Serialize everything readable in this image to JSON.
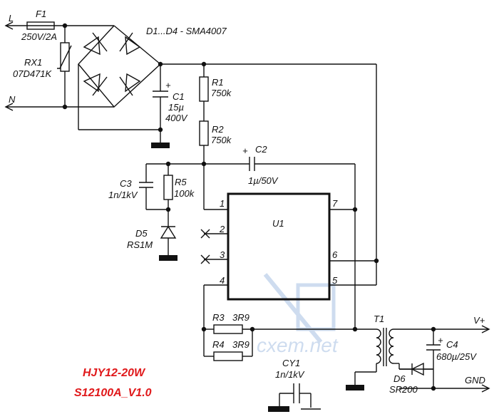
{
  "labels": {
    "line": "L",
    "neutral": "N",
    "fuse": "F1",
    "fuse_rating": "250V/2A",
    "varistor": "RX1",
    "varistor_part": "07D471K",
    "bridge": "D1...D4 - SMA4007",
    "c1": "C1",
    "c1_cap": "15µ",
    "c1_volt": "400V",
    "r1": "R1",
    "r1_val": "750k",
    "r2": "R2",
    "r2_val": "750k",
    "c2": "C2",
    "c2_val": "1µ/50V",
    "c3": "C3",
    "c3_val": "1n/1kV",
    "r5": "R5",
    "r5_val": "100k",
    "d5": "D5",
    "d5_part": "RS1M",
    "u1": "U1",
    "pin1": "1",
    "pin2": "2",
    "pin3": "3",
    "pin4": "4",
    "pin5": "5",
    "pin6": "6",
    "pin7": "7",
    "r3": "R3",
    "r3_val": "3R9",
    "r4": "R4",
    "r4_val": "3R9",
    "t1": "T1",
    "vplus": "V+",
    "gnd": "GND",
    "c4": "C4",
    "c4_val": "680µ/25V",
    "d6": "D6",
    "d6_part": "SR200",
    "cy1": "CY1",
    "cy1_val": "1n/1kV",
    "plus": "+",
    "watermark": "cxem.net"
  },
  "title": {
    "line1": "HJY12-20W",
    "line2": "S12100A_V1.0"
  },
  "colors": {
    "wire": "#111111",
    "title": "#e0191b",
    "watermark": "#c9d9ee"
  }
}
